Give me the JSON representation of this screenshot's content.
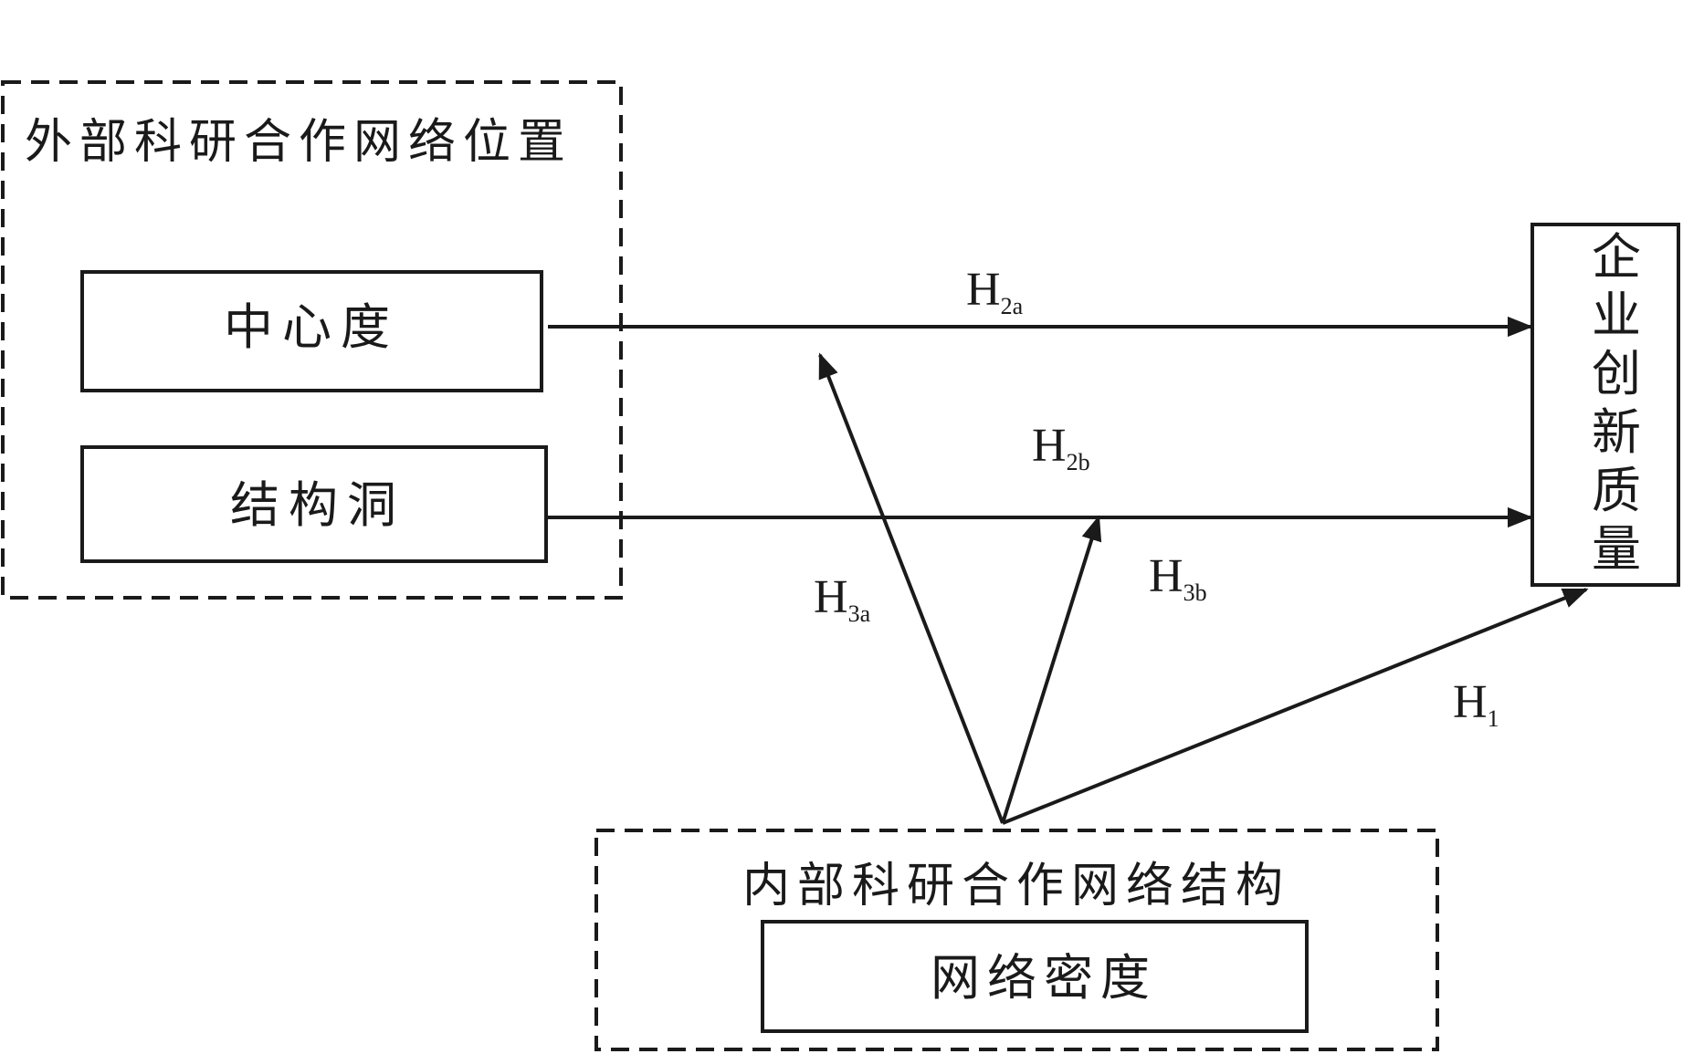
{
  "groups": {
    "external": {
      "title": "外部科研合作网络位置",
      "nodes": {
        "centrality": "中心度",
        "structural_holes": "结构洞"
      }
    },
    "internal": {
      "title": "内部科研合作网络结构",
      "nodes": {
        "density": "网络密度"
      }
    }
  },
  "outcome": {
    "label_chars": [
      "企",
      "业",
      "创",
      "新",
      "质",
      "量"
    ]
  },
  "hypotheses": {
    "h2a": {
      "main": "H",
      "sub": "2a"
    },
    "h2b": {
      "main": "H",
      "sub": "2b"
    },
    "h3a": {
      "main": "H",
      "sub": "3a"
    },
    "h3b": {
      "main": "H",
      "sub": "3b"
    },
    "h1": {
      "main": "H",
      "sub": "1"
    }
  }
}
